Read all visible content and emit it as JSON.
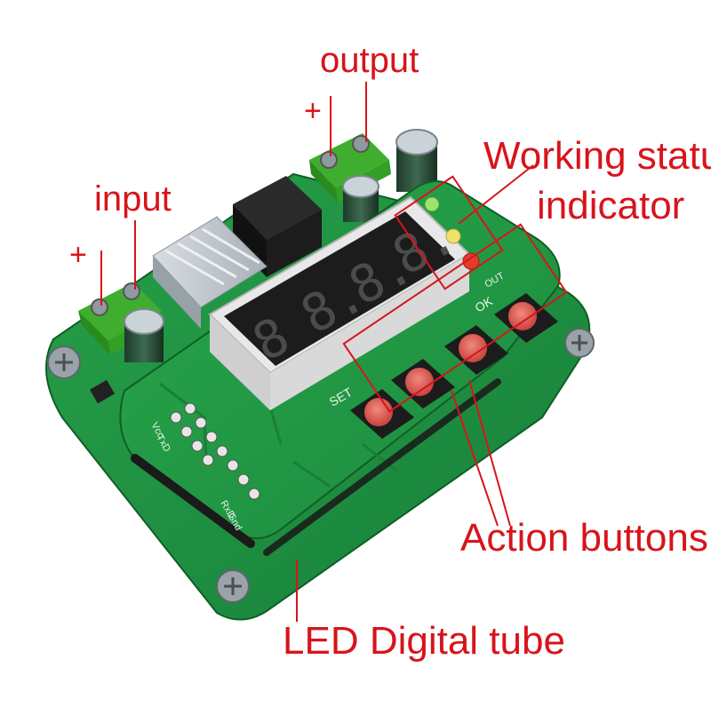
{
  "callouts": {
    "output": "output",
    "input": "input",
    "output_plus": "+",
    "input_plus": "+",
    "status_line1": "Working status",
    "status_line2": "indicator",
    "action_buttons": "Action buttons",
    "led_tube": "LED Digital tube"
  },
  "silkscreen": {
    "set": "SET",
    "ok": "OK",
    "out": "OUT",
    "vcc": "Vcc",
    "txd": "TxD",
    "rxd": "RxD",
    "gnd": "Gnd"
  },
  "display": {
    "digits": [
      "8",
      "8.",
      "8.",
      "8."
    ]
  },
  "colors": {
    "pcb": "#1f8f3e",
    "pcb_dark": "#137030",
    "callout_red": "#d8141b",
    "button_red": "#d9514a",
    "terminal_green": "#3fae2e"
  }
}
